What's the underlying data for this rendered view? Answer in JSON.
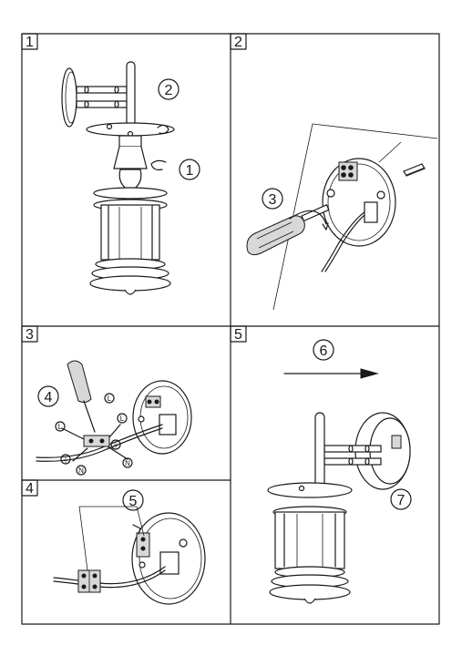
{
  "panels": [
    {
      "number": "1"
    },
    {
      "number": "2"
    },
    {
      "number": "3"
    },
    {
      "number": "4"
    },
    {
      "number": "5"
    }
  ],
  "callouts": {
    "c1": "1",
    "c2": "2",
    "c3": "3",
    "c4": "4",
    "c5": "5",
    "c6": "6",
    "c7": "7"
  },
  "wire_labels": {
    "l_a": "L",
    "l_b": "L",
    "l_c": "L",
    "n_a": "N",
    "n_b": "N",
    "pe_a": "⏚",
    "pe_b": "⏚"
  }
}
